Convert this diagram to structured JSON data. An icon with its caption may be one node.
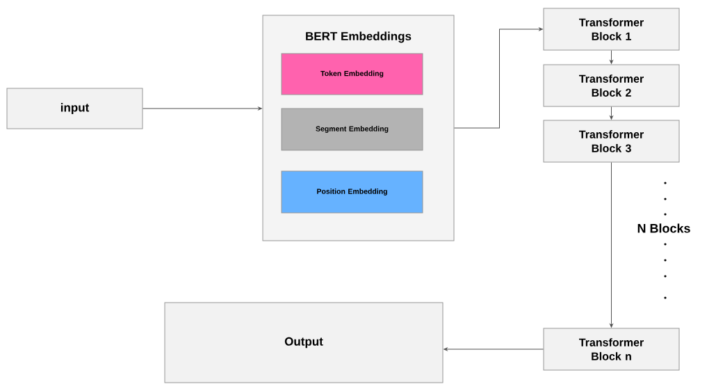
{
  "diagram": {
    "nodes": [
      {
        "text": [
          "input"
        ]
      },
      {
        "text": [
          "BERT Embeddings"
        ]
      },
      {
        "text": [
          "Token Embedding"
        ],
        "in": 1
      },
      {
        "text": [
          "Segment Embedding"
        ],
        "in": 1
      },
      {
        "text": [
          "Position Embedding"
        ],
        "in": 1
      },
      {
        "text": [
          "Transformer Block 1"
        ]
      },
      {
        "text": [
          "Transformer Block 2"
        ]
      },
      {
        "text": [
          "Transformer Block 3"
        ]
      },
      {
        "text": [
          "Transformer Block n"
        ]
      },
      {
        "text": [
          "Output"
        ]
      }
    ],
    "edges": [
      {
        "from": 0,
        "to": 1,
        "arrow": "to"
      },
      {
        "from": 1,
        "to": 5,
        "arrow": "to"
      },
      {
        "from": 5,
        "to": 6,
        "arrow": "to"
      },
      {
        "from": 6,
        "to": 7,
        "arrow": "to"
      },
      {
        "from": 7,
        "to": 8,
        "arrow": "to"
      },
      {
        "from": 8,
        "to": 9,
        "arrow": "to"
      }
    ],
    "labels": [
      "N Blocks"
    ]
  }
}
